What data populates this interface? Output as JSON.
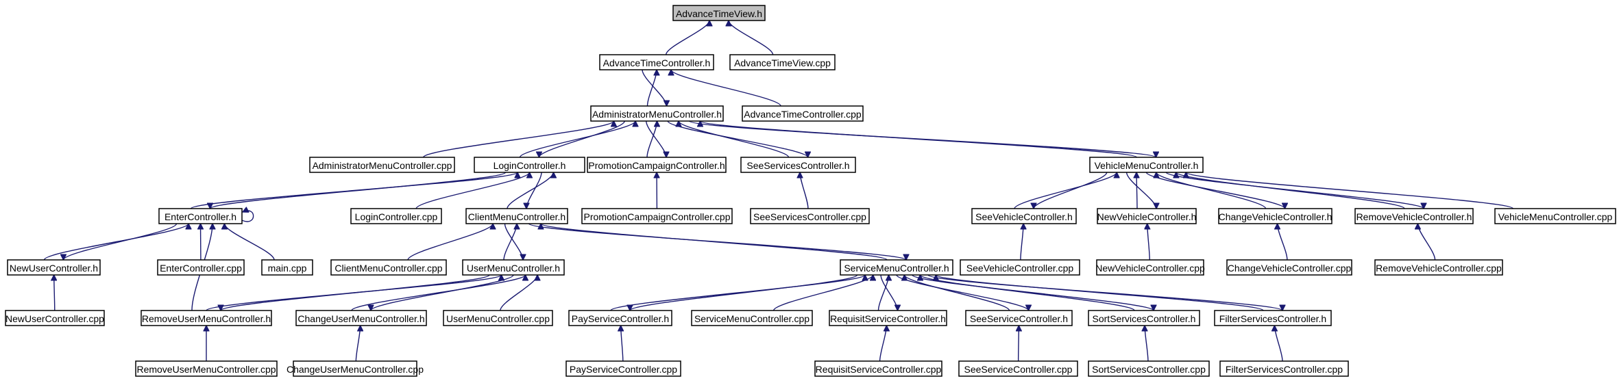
{
  "diagram": {
    "edge_color": "#191970",
    "root_fill": "#bfbfbf",
    "nodes": [
      {
        "id": "n0",
        "label": "AdvanceTimeView.h",
        "root": true
      },
      {
        "id": "n1",
        "label": "AdvanceTimeController.h"
      },
      {
        "id": "n2",
        "label": "AdvanceTimeView.cpp"
      },
      {
        "id": "n3",
        "label": "AdministratorMenuController.h"
      },
      {
        "id": "n4",
        "label": "AdvanceTimeController.cpp"
      },
      {
        "id": "n5",
        "label": "AdministratorMenuController.cpp"
      },
      {
        "id": "n6",
        "label": "LoginController.h"
      },
      {
        "id": "n7",
        "label": "PromotionCampaignController.h"
      },
      {
        "id": "n8",
        "label": "SeeServicesController.h"
      },
      {
        "id": "n9",
        "label": "VehicleMenuController.h"
      },
      {
        "id": "n10",
        "label": "EnterController.h"
      },
      {
        "id": "n11",
        "label": "LoginController.cpp"
      },
      {
        "id": "n12",
        "label": "ClientMenuController.h"
      },
      {
        "id": "n13",
        "label": "PromotionCampaignController.cpp"
      },
      {
        "id": "n14",
        "label": "SeeServicesController.cpp"
      },
      {
        "id": "n15",
        "label": "SeeVehicleController.h"
      },
      {
        "id": "n16",
        "label": "NewVehicleController.h"
      },
      {
        "id": "n17",
        "label": "ChangeVehicleController.h"
      },
      {
        "id": "n18",
        "label": "RemoveVehicleController.h"
      },
      {
        "id": "n19",
        "label": "VehicleMenuController.cpp"
      },
      {
        "id": "n20",
        "label": "NewUserController.h"
      },
      {
        "id": "n21",
        "label": "EnterController.cpp"
      },
      {
        "id": "n22",
        "label": "main.cpp"
      },
      {
        "id": "n23",
        "label": "ClientMenuController.cpp"
      },
      {
        "id": "n24",
        "label": "UserMenuController.h"
      },
      {
        "id": "n25",
        "label": "ServiceMenuController.h"
      },
      {
        "id": "n26",
        "label": "SeeVehicleController.cpp"
      },
      {
        "id": "n27",
        "label": "NewVehicleController.cpp"
      },
      {
        "id": "n28",
        "label": "ChangeVehicleController.cpp"
      },
      {
        "id": "n29",
        "label": "RemoveVehicleController.cpp"
      },
      {
        "id": "n30",
        "label": "NewUserController.cpp"
      },
      {
        "id": "n31",
        "label": "RemoveUserMenuController.h"
      },
      {
        "id": "n32",
        "label": "ChangeUserMenuController.h"
      },
      {
        "id": "n33",
        "label": "UserMenuController.cpp"
      },
      {
        "id": "n34",
        "label": "PayServiceController.h"
      },
      {
        "id": "n35",
        "label": "ServiceMenuController.cpp"
      },
      {
        "id": "n36",
        "label": "RequisitServiceController.h"
      },
      {
        "id": "n37",
        "label": "SeeServiceController.h"
      },
      {
        "id": "n38",
        "label": "SortServicesController.h"
      },
      {
        "id": "n39",
        "label": "FilterServicesController.h"
      },
      {
        "id": "n40",
        "label": "RemoveUserMenuController.cpp"
      },
      {
        "id": "n41",
        "label": "ChangeUserMenuController.cpp"
      },
      {
        "id": "n42",
        "label": "PayServiceController.cpp"
      },
      {
        "id": "n43",
        "label": "RequisitServiceController.cpp"
      },
      {
        "id": "n44",
        "label": "SeeServiceController.cpp"
      },
      {
        "id": "n45",
        "label": "SortServicesController.cpp"
      },
      {
        "id": "n46",
        "label": "FilterServicesController.cpp"
      }
    ],
    "edges": [
      {
        "from": "n1",
        "to": "n0"
      },
      {
        "from": "n2",
        "to": "n0"
      },
      {
        "from": "n3",
        "to": "n1"
      },
      {
        "from": "n1",
        "to": "n3"
      },
      {
        "from": "n4",
        "to": "n1"
      },
      {
        "from": "n5",
        "to": "n3"
      },
      {
        "from": "n6",
        "to": "n3"
      },
      {
        "from": "n3",
        "to": "n6"
      },
      {
        "from": "n7",
        "to": "n3"
      },
      {
        "from": "n3",
        "to": "n7"
      },
      {
        "from": "n8",
        "to": "n3"
      },
      {
        "from": "n3",
        "to": "n8"
      },
      {
        "from": "n9",
        "to": "n3"
      },
      {
        "from": "n3",
        "to": "n9"
      },
      {
        "from": "n10",
        "to": "n6"
      },
      {
        "from": "n6",
        "to": "n10"
      },
      {
        "from": "n11",
        "to": "n6"
      },
      {
        "from": "n12",
        "to": "n6"
      },
      {
        "from": "n6",
        "to": "n12"
      },
      {
        "from": "n13",
        "to": "n7"
      },
      {
        "from": "n14",
        "to": "n8"
      },
      {
        "from": "n15",
        "to": "n9"
      },
      {
        "from": "n9",
        "to": "n15"
      },
      {
        "from": "n16",
        "to": "n9"
      },
      {
        "from": "n9",
        "to": "n16"
      },
      {
        "from": "n17",
        "to": "n9"
      },
      {
        "from": "n9",
        "to": "n17"
      },
      {
        "from": "n18",
        "to": "n9"
      },
      {
        "from": "n9",
        "to": "n18"
      },
      {
        "from": "n19",
        "to": "n9"
      },
      {
        "from": "n10",
        "to": "n10",
        "self": true
      },
      {
        "from": "n20",
        "to": "n10"
      },
      {
        "from": "n10",
        "to": "n20"
      },
      {
        "from": "n21",
        "to": "n10"
      },
      {
        "from": "n22",
        "to": "n10"
      },
      {
        "from": "n31",
        "to": "n10"
      },
      {
        "from": "n23",
        "to": "n12"
      },
      {
        "from": "n24",
        "to": "n12"
      },
      {
        "from": "n12",
        "to": "n24"
      },
      {
        "from": "n25",
        "to": "n12"
      },
      {
        "from": "n12",
        "to": "n25"
      },
      {
        "from": "n26",
        "to": "n15"
      },
      {
        "from": "n27",
        "to": "n16"
      },
      {
        "from": "n28",
        "to": "n17"
      },
      {
        "from": "n29",
        "to": "n18"
      },
      {
        "from": "n30",
        "to": "n20"
      },
      {
        "from": "n31",
        "to": "n24"
      },
      {
        "from": "n24",
        "to": "n31"
      },
      {
        "from": "n32",
        "to": "n24"
      },
      {
        "from": "n24",
        "to": "n32"
      },
      {
        "from": "n33",
        "to": "n24"
      },
      {
        "from": "n34",
        "to": "n25"
      },
      {
        "from": "n25",
        "to": "n34"
      },
      {
        "from": "n35",
        "to": "n25"
      },
      {
        "from": "n36",
        "to": "n25"
      },
      {
        "from": "n25",
        "to": "n36"
      },
      {
        "from": "n37",
        "to": "n25"
      },
      {
        "from": "n25",
        "to": "n37"
      },
      {
        "from": "n38",
        "to": "n25"
      },
      {
        "from": "n25",
        "to": "n38"
      },
      {
        "from": "n39",
        "to": "n25"
      },
      {
        "from": "n25",
        "to": "n39"
      },
      {
        "from": "n40",
        "to": "n31"
      },
      {
        "from": "n41",
        "to": "n32"
      },
      {
        "from": "n42",
        "to": "n34"
      },
      {
        "from": "n43",
        "to": "n36"
      },
      {
        "from": "n44",
        "to": "n37"
      },
      {
        "from": "n45",
        "to": "n38"
      },
      {
        "from": "n46",
        "to": "n39"
      }
    ]
  }
}
